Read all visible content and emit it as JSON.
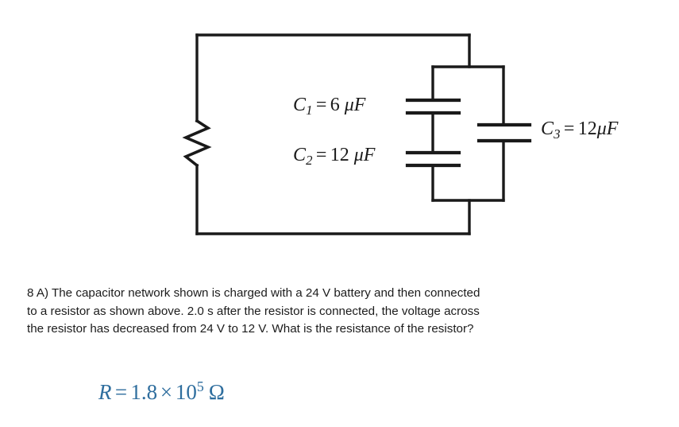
{
  "document": {
    "type": "physics-problem",
    "background_color": "#ffffff",
    "text_color": "#1c1c1c",
    "accent_color": "#2f6e9e",
    "wire_color": "#1a1a1a"
  },
  "figure": {
    "name": "capacitor-network-with-resistor",
    "components": [
      {
        "id": "resistor",
        "type": "resistor",
        "label": "",
        "position": "left-branch"
      },
      {
        "id": "c1",
        "type": "capacitor",
        "symbol": "C",
        "subscript": "1",
        "equals": "=",
        "value": "6",
        "unit": "μF",
        "label_text": "C1 = 6 μF"
      },
      {
        "id": "c2",
        "type": "capacitor",
        "symbol": "C",
        "subscript": "2",
        "equals": "=",
        "value": "12",
        "unit": "μF",
        "label_text": "C2 = 12 μF"
      },
      {
        "id": "c3",
        "type": "capacitor",
        "symbol": "C",
        "subscript": "3",
        "equals": "=",
        "value": "12",
        "unit": "μF",
        "label_text": "C3 = 12μF"
      }
    ]
  },
  "question": {
    "number": "8 A)",
    "lines": [
      "8 A) The capacitor network shown is charged with a 24 V battery and then connected",
      "to a resistor as shown above. 2.0 s after the resistor is connected, the voltage across",
      "the resistor has decreased from 24 V to 12 V. What is the resistance of the resistor?"
    ],
    "values": {
      "battery_voltage": "24 V",
      "time": "2.0 s",
      "voltage_initial": "24 V",
      "voltage_final": "12 V"
    }
  },
  "answer": {
    "symbol": "R",
    "equals": "=",
    "mantissa": "1.8",
    "times": "×",
    "base": "10",
    "exponent": "5",
    "unit": "Ω",
    "full_text": "R = 1.8 × 10^5 Ω",
    "color": "#2f6e9e"
  }
}
